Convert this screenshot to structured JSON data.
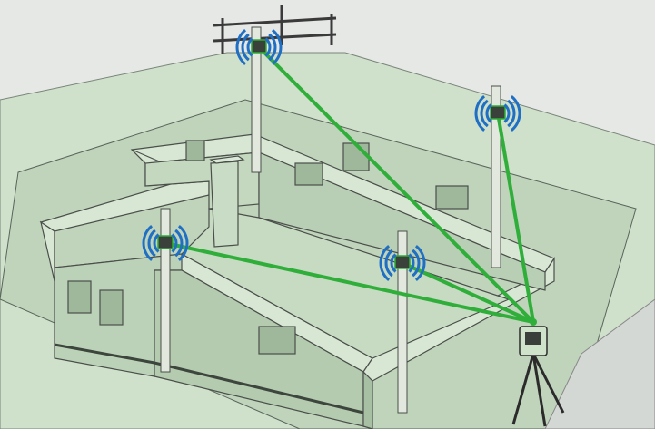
{
  "colors": {
    "background": "#e6e8e5",
    "ground": "#c9dcc6",
    "wall_top": "#d6e6d2",
    "wall_side": "#b9cfb5",
    "wall_dark": "#9db59a",
    "outline": "#4a4f4a",
    "beam": "#2fae3a",
    "signal": "#1f6fc4",
    "pavement": "#cfd3d0"
  },
  "scene": {
    "laser_device": "rotating-laser-on-tripod",
    "receivers": [
      {
        "id": "receiver-top-left"
      },
      {
        "id": "receiver-top-right"
      },
      {
        "id": "receiver-left"
      },
      {
        "id": "receiver-center"
      }
    ]
  }
}
